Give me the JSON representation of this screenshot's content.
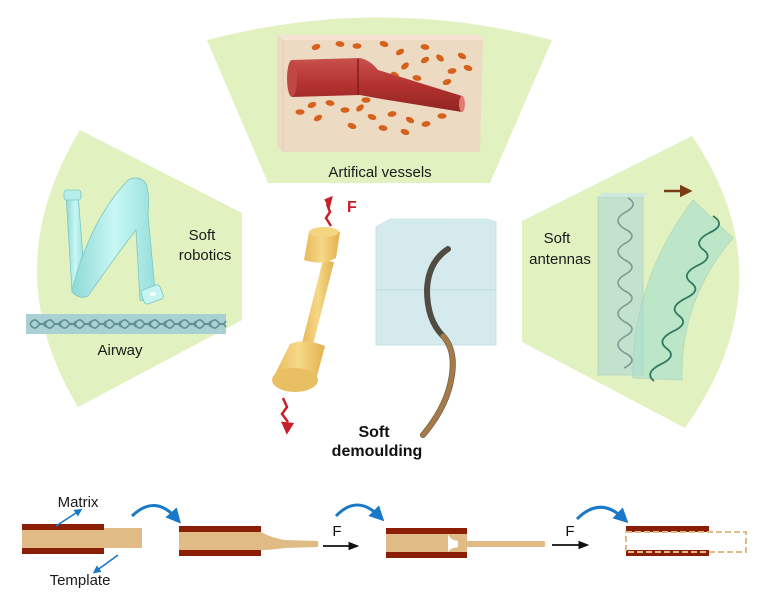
{
  "figure": {
    "panels": {
      "top": {
        "label": "Artifical vessels"
      },
      "left": {
        "label_line1": "Soft",
        "label_line2": "robotics",
        "sub_label": "Airway"
      },
      "right": {
        "label_line1": "Soft",
        "label_line2": "antennas"
      }
    },
    "center": {
      "force_label": "F",
      "title_line1": "Soft",
      "title_line2": "demoulding"
    },
    "process": {
      "matrix_label": "Matrix",
      "template_label": "Template",
      "force_labels": [
        "F",
        "F"
      ],
      "step_count": 4
    },
    "colors": {
      "panel_bg": "#e1f1c0",
      "matrix": "#8b1f05",
      "template": "#e0bb86",
      "step_arrow": "#1a78c8",
      "force_arrow": "#111111",
      "force_red": "#c8202a",
      "dumbbell": "#f0cb6a",
      "vessel": "#b83a36",
      "cells": "#d9661f",
      "gel_box": "#f2d9c4",
      "cyan_tube": "#a8ecea",
      "antenna_coil": "#3d8f78",
      "fiber": "#9a7346"
    }
  }
}
